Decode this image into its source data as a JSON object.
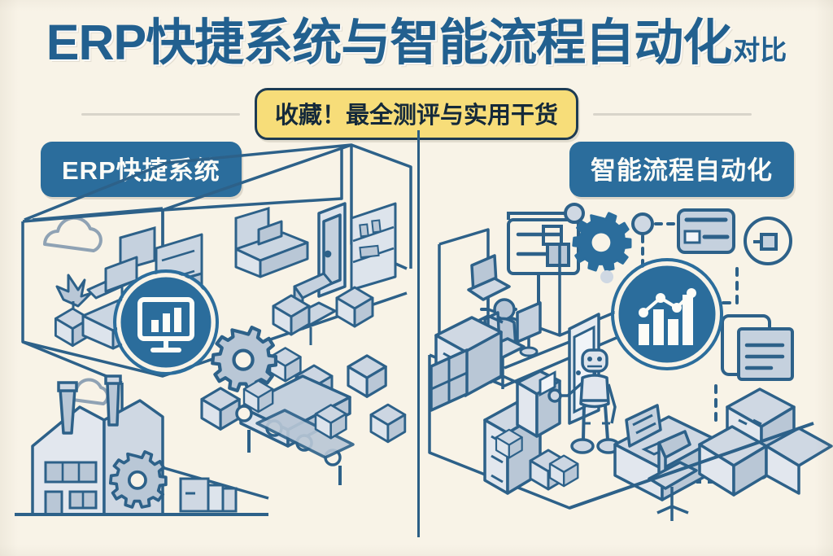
{
  "poster": {
    "background_color": "#f8f3e7",
    "accent_blue": "#2b6d9c",
    "line_blue": "#2d6189",
    "fill_blue_gray": "#b9c7d6",
    "highlight_yellow": "#f7dd79",
    "dark_navy": "#14293a"
  },
  "header": {
    "title_main": "ERP快捷系统与智能流程自动化",
    "title_suffix": "对比",
    "subtitle_pill": "收藏！最全测评与实用干货"
  },
  "sections": {
    "left": {
      "badge_label": "ERP快捷系统",
      "icon": "monitor-bar-chart-icon",
      "scene_elements": [
        "cloud",
        "office-room-isometric",
        "potted-plant",
        "desk-with-monitor",
        "office-chair",
        "wall-screen",
        "shelf-unit",
        "doorway",
        "bookcase",
        "conveyor-belt",
        "cardboard-boxes",
        "gear",
        "factory-building",
        "smokestacks"
      ]
    },
    "right": {
      "badge_label": "智能流程自动化",
      "icon": "bar-chart-line-icon",
      "scene_elements": [
        "flowchart-card",
        "gear",
        "node-connector-dots",
        "dashed-connector-lines",
        "ui-list-card",
        "circled-node-icon",
        "document-card",
        "person-at-desk",
        "office-chair",
        "filing-cabinets",
        "humanoid-robot",
        "cardboard-boxes",
        "desk-with-monitor",
        "stacked-pallet-boxes"
      ]
    }
  }
}
